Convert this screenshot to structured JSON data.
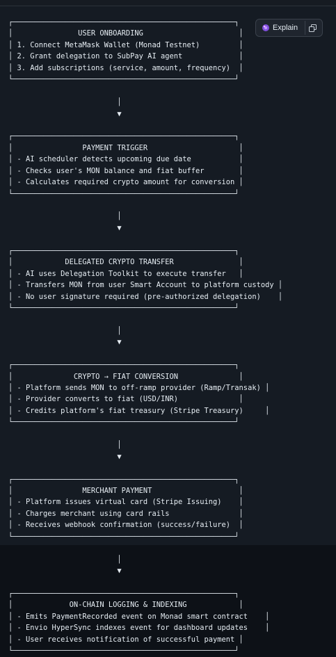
{
  "toolbar": {
    "explain_label": "Explain"
  },
  "code_lines": [
    "┌───────────────────────────────────────────────────┐",
    "│               USER ONBOARDING                      │",
    "│ 1. Connect MetaMask Wallet (Monad Testnet)         │",
    "│ 2. Grant delegation to SubPay AI agent             │",
    "│ 3. Add subscriptions (service, amount, frequency)  │",
    "└───────────────────────────────────────────────────┘",
    "",
    "                         │",
    "                         ▼",
    "",
    "┌───────────────────────────────────────────────────┐",
    "│                PAYMENT TRIGGER                     │",
    "│ - AI scheduler detects upcoming due date           │",
    "│ - Checks user's MON balance and fiat buffer        │",
    "│ - Calculates required crypto amount for conversion │",
    "└───────────────────────────────────────────────────┘",
    "",
    "                         │",
    "                         ▼",
    "",
    "┌───────────────────────────────────────────────────┐",
    "│            DELEGATED CRYPTO TRANSFER               │",
    "│ - AI uses Delegation Toolkit to execute transfer   │",
    "│ - Transfers MON from user Smart Account to platform custody │",
    "│ - No user signature required (pre-authorized delegation)    │",
    "└───────────────────────────────────────────────────┘",
    "",
    "                         │",
    "                         ▼",
    "",
    "┌───────────────────────────────────────────────────┐",
    "│              CRYPTO → FIAT CONVERSION              │",
    "│ - Platform sends MON to off-ramp provider (Ramp/Transak) │",
    "│ - Provider converts to fiat (USD/INR)              │",
    "│ - Credits platform's fiat treasury (Stripe Treasury)     │",
    "└───────────────────────────────────────────────────┘",
    "",
    "                         │",
    "                         ▼",
    "",
    "┌───────────────────────────────────────────────────┐",
    "│                MERCHANT PAYMENT                    │",
    "│ - Platform issues virtual card (Stripe Issuing)    │",
    "│ - Charges merchant using card rails                │",
    "│ - Receives webhook confirmation (success/failure)  │",
    "└───────────────────────────────────────────────────┘",
    "",
    "                         │",
    "                         ▼",
    "",
    "┌───────────────────────────────────────────────────┐",
    "│             ON-CHAIN LOGGING & INDEXING            │",
    "│ - Emits PaymentRecorded event on Monad smart contract    │",
    "│ - Envio HyperSync indexes event for dashboard updates    │",
    "│ - User receives notification of successful payment │",
    "└───────────────────────────────────────────────────┘"
  ]
}
